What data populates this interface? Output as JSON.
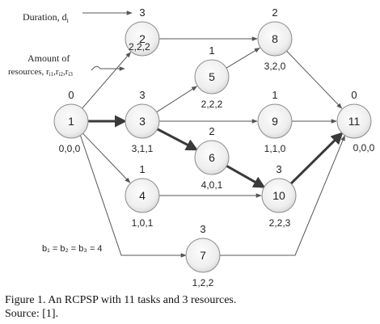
{
  "diagram": {
    "nodes": [
      {
        "id": "1",
        "duration": "0",
        "resources": "0,0,0"
      },
      {
        "id": "2",
        "duration": "3",
        "resources": "2,2,2"
      },
      {
        "id": "3",
        "duration": "3",
        "resources": "3,1,1"
      },
      {
        "id": "4",
        "duration": "1",
        "resources": "1,0,1"
      },
      {
        "id": "5",
        "duration": "1",
        "resources": "2,2,2"
      },
      {
        "id": "6",
        "duration": "2",
        "resources": "4,0,1"
      },
      {
        "id": "7",
        "duration": "3",
        "resources": "1,2,2"
      },
      {
        "id": "8",
        "duration": "2",
        "resources": "3,2,0"
      },
      {
        "id": "9",
        "duration": "1",
        "resources": "1,1,0"
      },
      {
        "id": "10",
        "duration": "3",
        "resources": "2,2,3"
      },
      {
        "id": "11",
        "duration": "0",
        "resources": "0,0,0"
      }
    ],
    "edges": [
      {
        "from": "1",
        "to": "2",
        "critical": false
      },
      {
        "from": "1",
        "to": "3",
        "critical": true
      },
      {
        "from": "1",
        "to": "4",
        "critical": false
      },
      {
        "from": "1",
        "to": "7",
        "critical": false
      },
      {
        "from": "2",
        "to": "8",
        "critical": false
      },
      {
        "from": "3",
        "to": "5",
        "critical": false
      },
      {
        "from": "3",
        "to": "9",
        "critical": false
      },
      {
        "from": "3",
        "to": "6",
        "critical": true
      },
      {
        "from": "5",
        "to": "8",
        "critical": false
      },
      {
        "from": "6",
        "to": "10",
        "critical": true
      },
      {
        "from": "4",
        "to": "10",
        "critical": false
      },
      {
        "from": "8",
        "to": "11",
        "critical": false
      },
      {
        "from": "9",
        "to": "11",
        "critical": false
      },
      {
        "from": "10",
        "to": "11",
        "critical": true
      },
      {
        "from": "7",
        "to": "11",
        "critical": false
      }
    ],
    "legend": {
      "duration_label": "Duration, d",
      "duration_sub": "i",
      "resources_label_line1": "Amount of",
      "resources_label_line2": "resources, r",
      "resources_subs": [
        "i1",
        "i2",
        "i3"
      ],
      "resources_sep": ","
    },
    "capacity": "b₁ = b₂ = b₃ = 4"
  },
  "caption": {
    "line1": "Figure 1. An RCPSP with 11 tasks and 3 resources.",
    "line2": "Source: [1]."
  },
  "colors": {
    "node_fill_center": "#fdfdfd",
    "node_fill_edge": "#d9d9d9",
    "node_stroke": "#8c8c8c",
    "edge": "#555555",
    "edge_critical": "#3a3a3a"
  }
}
